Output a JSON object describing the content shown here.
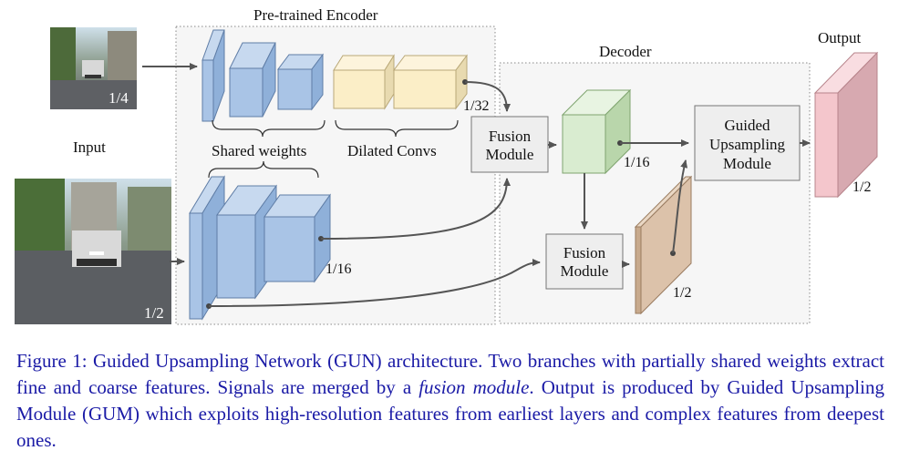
{
  "diagram": {
    "titles": {
      "encoder": "Pre-trained Encoder",
      "decoder": "Decoder",
      "output": "Output",
      "input": "Input"
    },
    "labels": {
      "shared_weights": "Shared weights",
      "dilated_convs": "Dilated Convs",
      "scale_small_input": "1/4",
      "scale_large_input": "1/2",
      "scale_1_32": "1/32",
      "scale_1_16_encoder": "1/16",
      "scale_1_16_decoder": "1/16",
      "scale_1_2_fusion": "1/2",
      "scale_1_2_output": "1/2"
    },
    "modules": {
      "fusion_top": [
        "Fusion",
        "Module"
      ],
      "fusion_bottom": [
        "Fusion",
        "Module"
      ],
      "gum": [
        "Guided",
        "Upsampling",
        "Module"
      ]
    },
    "colors": {
      "encoder_blue": "#a9c4e6",
      "dilated_yellow": "#fbeec7",
      "decoder_green": "#d9ecd0",
      "feature_tan": "#dcc2aa",
      "output_pink": "#f4c6cc",
      "module_gray": "#eeeeee",
      "caption_blue": "#1a1aa6"
    }
  },
  "caption": {
    "prefix": "Figure 1: Guided Upsampling Network (GUN) architecture. Two branches with partially shared weights extract fine and coarse features. Signals are merged by a ",
    "emphasis": "fusion module",
    "suffix": ". Output is produced by Guided Upsampling Module (GUM) which exploits high-resolution features from earliest layers and complex features from deepest ones."
  }
}
